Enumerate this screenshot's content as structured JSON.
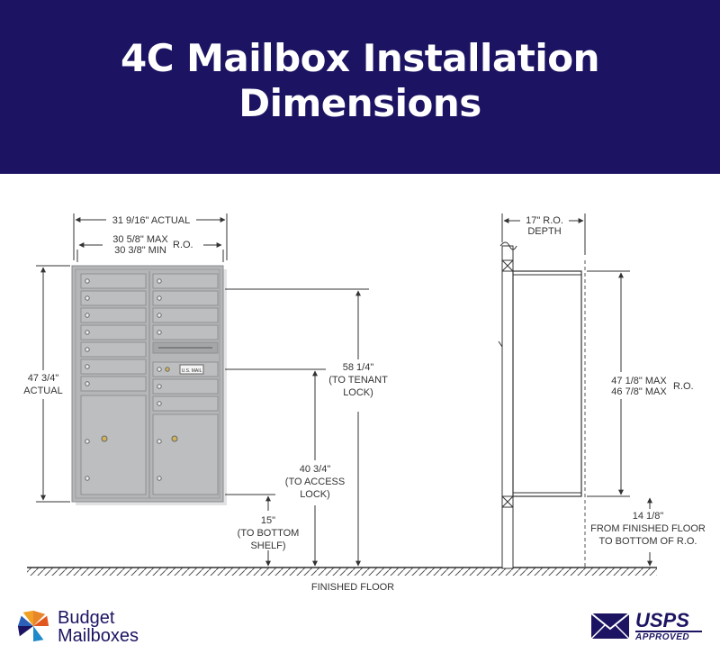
{
  "header": {
    "title_line1": "4C Mailbox Installation",
    "title_line2": "Dimensions"
  },
  "front_view": {
    "width_actual": "31 9/16\" ACTUAL",
    "width_max": "30 5/8\" MAX",
    "width_min": "30 3/8\" MIN",
    "ro": "R.O.",
    "height_actual_line1": "47 3/4\"",
    "height_actual_line2": "ACTUAL",
    "tenant_lock_line1": "58 1/4\"",
    "tenant_lock_line2": "(TO TENANT",
    "tenant_lock_line3": "LOCK)",
    "access_lock_line1": "40 3/4\"",
    "access_lock_line2": "(TO ACCESS",
    "access_lock_line3": "LOCK)",
    "bottom_shelf_line1": "15\"",
    "bottom_shelf_line2": "(TO BOTTOM",
    "bottom_shelf_line3": "SHELF)",
    "usmail_label": "U.S. MAIL",
    "floor_label": "FINISHED FLOOR"
  },
  "side_view": {
    "depth_line1": "17\" R.O.",
    "depth_line2": "DEPTH",
    "height_max": "47 1/8\" MAX",
    "height_min": "46 7/8\" MAX",
    "ro": "R.O.",
    "from_floor_line1": "14 1/8\"",
    "from_floor_line2": "FROM FINISHED FLOOR",
    "from_floor_line3": "TO BOTTOM OF R.O."
  },
  "footer": {
    "brand_line1": "Budget",
    "brand_line2": "Mailboxes",
    "usps_name": "USPS",
    "usps_approved": "APPROVED"
  },
  "colors": {
    "header_bg": "#1c1462",
    "header_text": "#ffffff",
    "mailbox_body": "#b4b6b8",
    "line": "#333333"
  }
}
